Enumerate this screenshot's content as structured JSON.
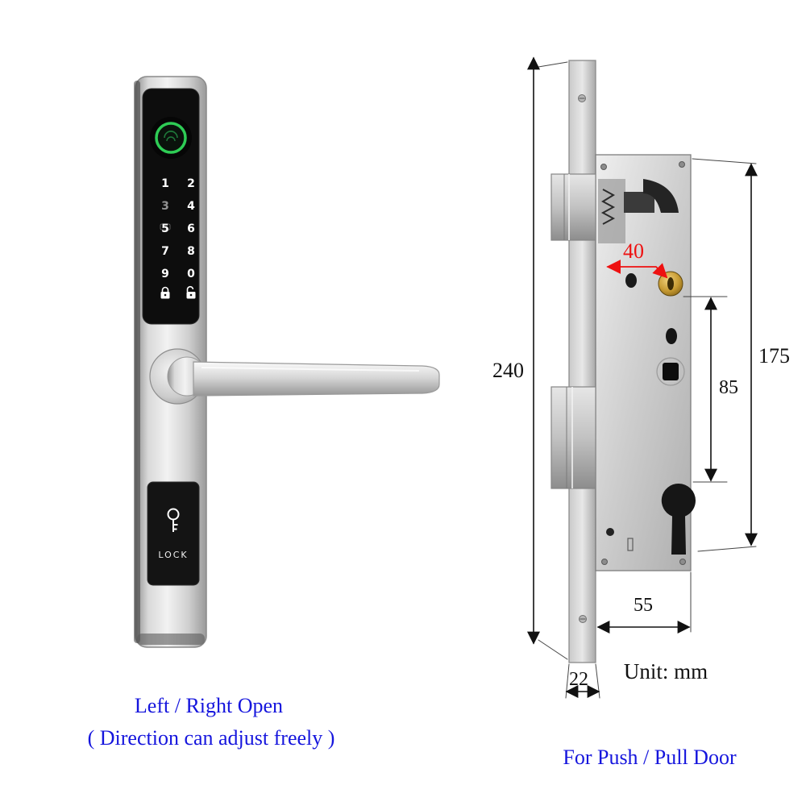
{
  "colors": {
    "caption_blue": "#1515dd",
    "dimension_red": "#ee1111",
    "dimension_black": "#111111",
    "fingerprint_green": "#2ecc55",
    "brass": "#c49a3a"
  },
  "smart_lock": {
    "keypad": {
      "rows": [
        [
          "1",
          "2"
        ],
        [
          "3",
          "4"
        ],
        [
          "5",
          "6"
        ],
        [
          "7",
          "8"
        ],
        [
          "9",
          "0"
        ]
      ]
    },
    "cylinder_label": "LOCK",
    "icons": [
      "fingerprint-sensor",
      "locked-icon",
      "unlocked-icon",
      "key-icon"
    ]
  },
  "dimensions": {
    "faceplate_height_mm": "240",
    "lock_height_mm": "175",
    "spacing_mm": "85",
    "backset_mm": "40",
    "case_depth_mm": "55",
    "faceplate_width_mm": "22"
  },
  "labels": {
    "unit": "Unit: mm",
    "left_open": "Left / Right Open",
    "direction_note": "( Direction can adjust freely )",
    "door_type": "For Push / Pull Door"
  }
}
